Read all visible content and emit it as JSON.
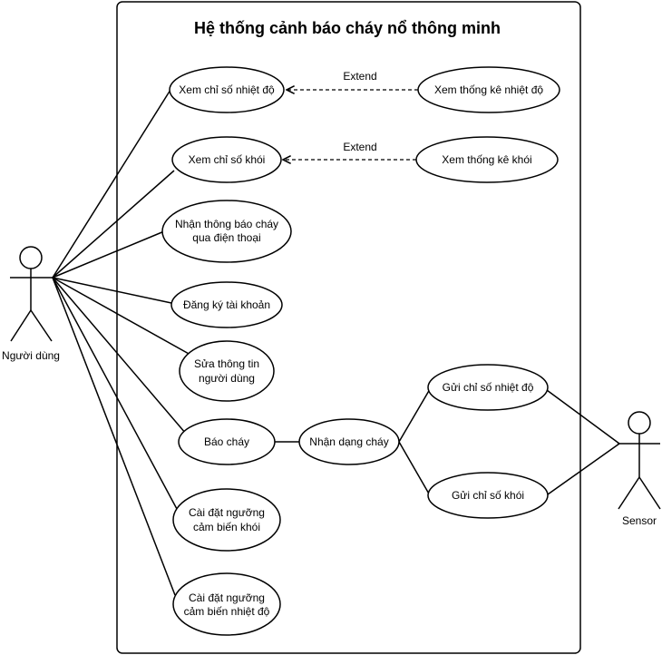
{
  "diagram": {
    "system_title": "Hệ thống cảnh báo cháy nổ thông minh",
    "actors": {
      "user": "Người dùng",
      "sensor": "Sensor"
    },
    "use_cases": {
      "view_temp": [
        "Xem chỉ số nhiệt độ"
      ],
      "view_smoke": [
        "Xem chỉ số khói"
      ],
      "receive_alert": [
        "Nhận thông báo cháy",
        "qua điện thoại"
      ],
      "register": [
        "Đăng ký tài khoản"
      ],
      "edit_user": [
        "Sửa thông tin",
        "người dùng"
      ],
      "report_fire": [
        "Báo cháy"
      ],
      "set_smoke_threshold": [
        "Cài đặt ngưỡng",
        "cảm biến khói"
      ],
      "set_temp_threshold": [
        "Cài đặt ngưỡng",
        "cảm biến nhiệt độ"
      ],
      "temp_stats": [
        "Xem thống kê nhiệt độ"
      ],
      "smoke_stats": [
        "Xem thống kê khói"
      ],
      "detect_fire": [
        "Nhận dạng cháy"
      ],
      "send_temp": [
        "Gửi chỉ số nhiệt độ"
      ],
      "send_smoke": [
        "Gửi chỉ số khói"
      ]
    },
    "relations": {
      "extend_1": "Extend",
      "extend_2": "Extend"
    }
  }
}
